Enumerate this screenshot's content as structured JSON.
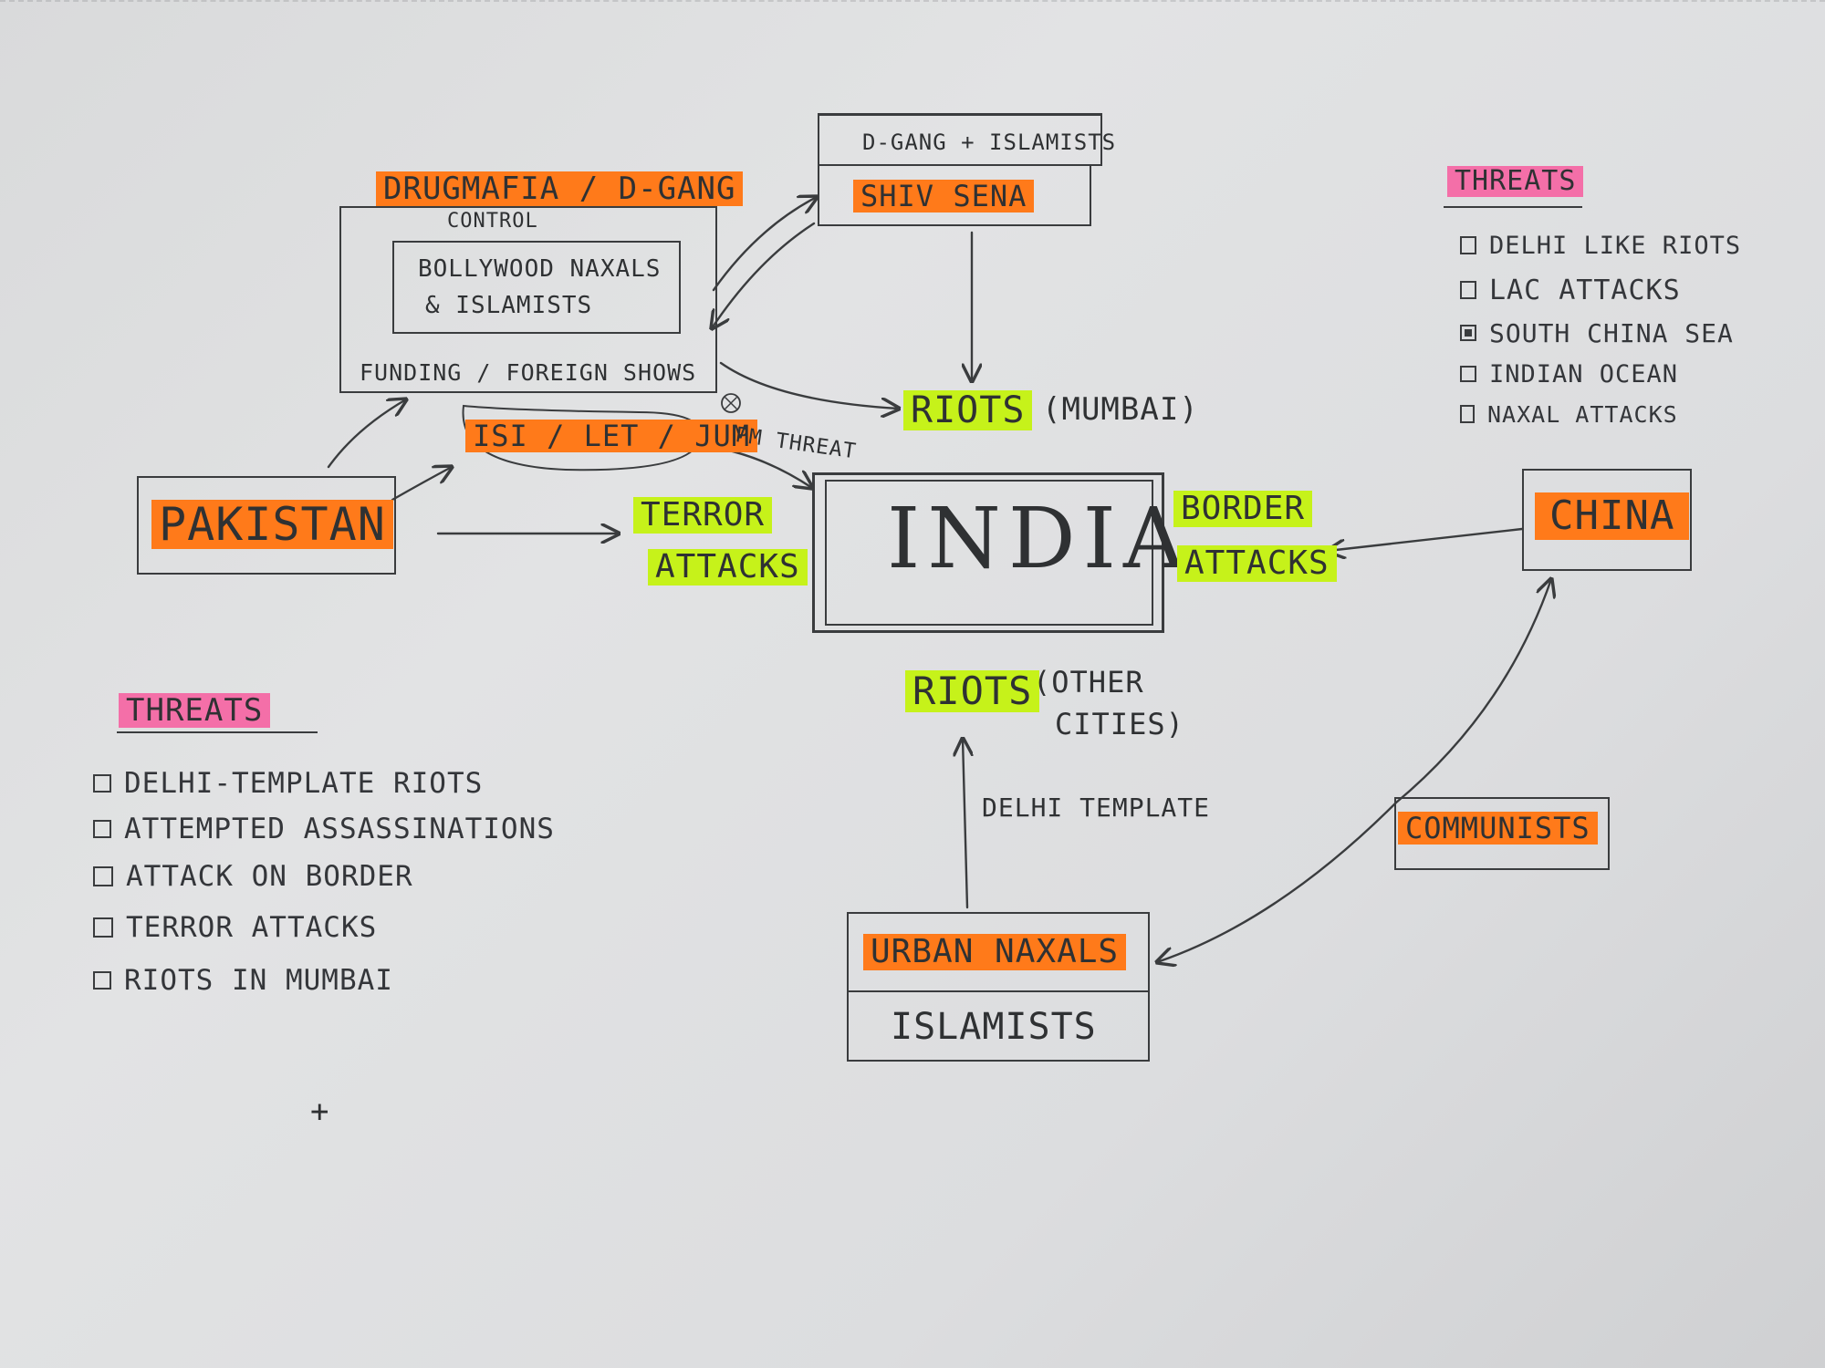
{
  "diagram": {
    "center": "INDIA",
    "pakistan": "PAKISTAN",
    "china": "CHINA",
    "communists": "COMMUNISTS",
    "drug_mafia": "DRUGMAFIA / D-GANG",
    "control": "CONTROL",
    "bollywood_line1": "BOLLYWOOD NAXALS",
    "bollywood_line2": "& ISLAMISTS",
    "funding": "FUNDING / FOREIGN SHOWS",
    "isi": "ISI / LeT / JuM",
    "dgang_islamists": "D-GANG + ISLAMISTS",
    "shiv_sena": "SHIV SENA",
    "riots_mumbai": "RIOTS",
    "riots_mumbai_note": "(MUMBAI)",
    "pm_threat": "PM THREAT",
    "terror_line1": "TERROR",
    "terror_line2": "ATTACKS",
    "border_line1": "BORDER",
    "border_line2": "ATTACKS",
    "riots_other": "RIOTS",
    "riots_other_note1": "(OTHER",
    "riots_other_note2": "CITIES)",
    "delhi_template": "DELHI TEMPLATE",
    "urban_naxals": "URBAN NAXALS",
    "islamists": "ISLAMISTS",
    "plus_mark": "+"
  },
  "threats_left": {
    "title": "THREATS",
    "items": [
      "DELHI-TEMPLATE RIOTS",
      "ATTEMPTED ASSASSINATIONS",
      "ATTACK ON BORDER",
      "TERROR ATTACKS",
      "RIOTS IN MUMBAI"
    ]
  },
  "threats_right": {
    "title": "THREATS",
    "items": [
      "DELHI LIKE RIOTS",
      "LAC ATTACKS",
      "SOUTH CHINA SEA",
      "INDIAN OCEAN",
      "NAXAL ATTACKS"
    ]
  },
  "colors": {
    "orange_highlight": "#ff7a1a",
    "green_highlight": "#c6f21a",
    "pink_highlight": "#f46fa8",
    "ink": "#3a3c3e"
  }
}
